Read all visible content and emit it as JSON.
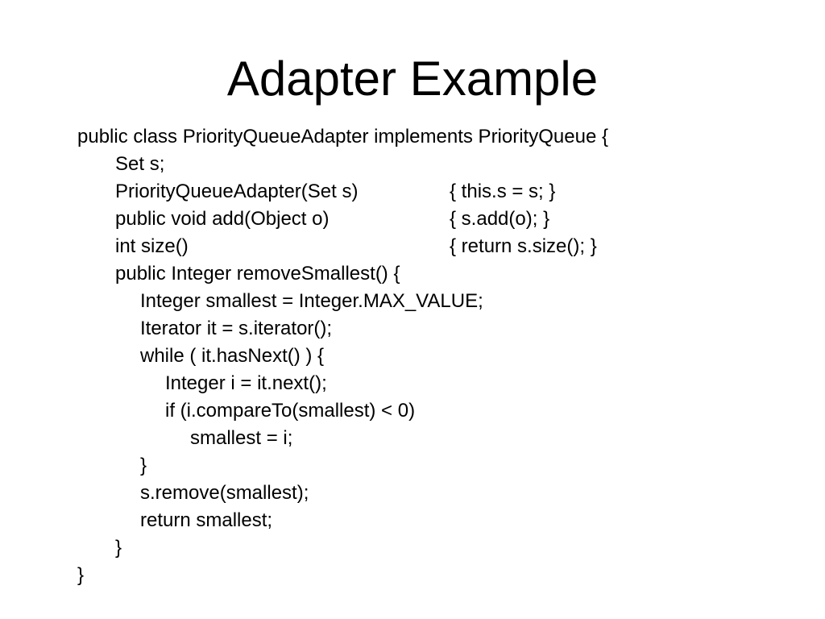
{
  "slide": {
    "title": "Adapter Example",
    "code_lines": [
      {
        "indent": 0,
        "text": "public class PriorityQueueAdapter implements PriorityQueue {"
      },
      {
        "indent": 1,
        "text": "Set s;"
      },
      {
        "indent": 1,
        "text": "PriorityQueueAdapter(Set s)",
        "body": "{ this.s = s; }"
      },
      {
        "indent": 1,
        "text": "public void add(Object o)",
        "body": "{ s.add(o); }"
      },
      {
        "indent": 1,
        "text": "int size()",
        "body": "{ return s.size(); }"
      },
      {
        "indent": 1,
        "text": "public Integer removeSmallest() {"
      },
      {
        "indent": 2,
        "text": "Integer smallest = Integer.MAX_VALUE;"
      },
      {
        "indent": 2,
        "text": "Iterator it = s.iterator();"
      },
      {
        "indent": 2,
        "text": "while ( it.hasNext() ) {"
      },
      {
        "indent": 3,
        "text": "Integer i = it.next();"
      },
      {
        "indent": 3,
        "text": "if (i.compareTo(smallest) < 0)"
      },
      {
        "indent": 4,
        "text": "smallest = i;"
      },
      {
        "indent": 2,
        "text": "}"
      },
      {
        "indent": 2,
        "text": "s.remove(smallest);"
      },
      {
        "indent": 2,
        "text": "return smallest;"
      },
      {
        "indent": 1,
        "text": "}"
      },
      {
        "indent": 0,
        "text": "}"
      }
    ]
  }
}
